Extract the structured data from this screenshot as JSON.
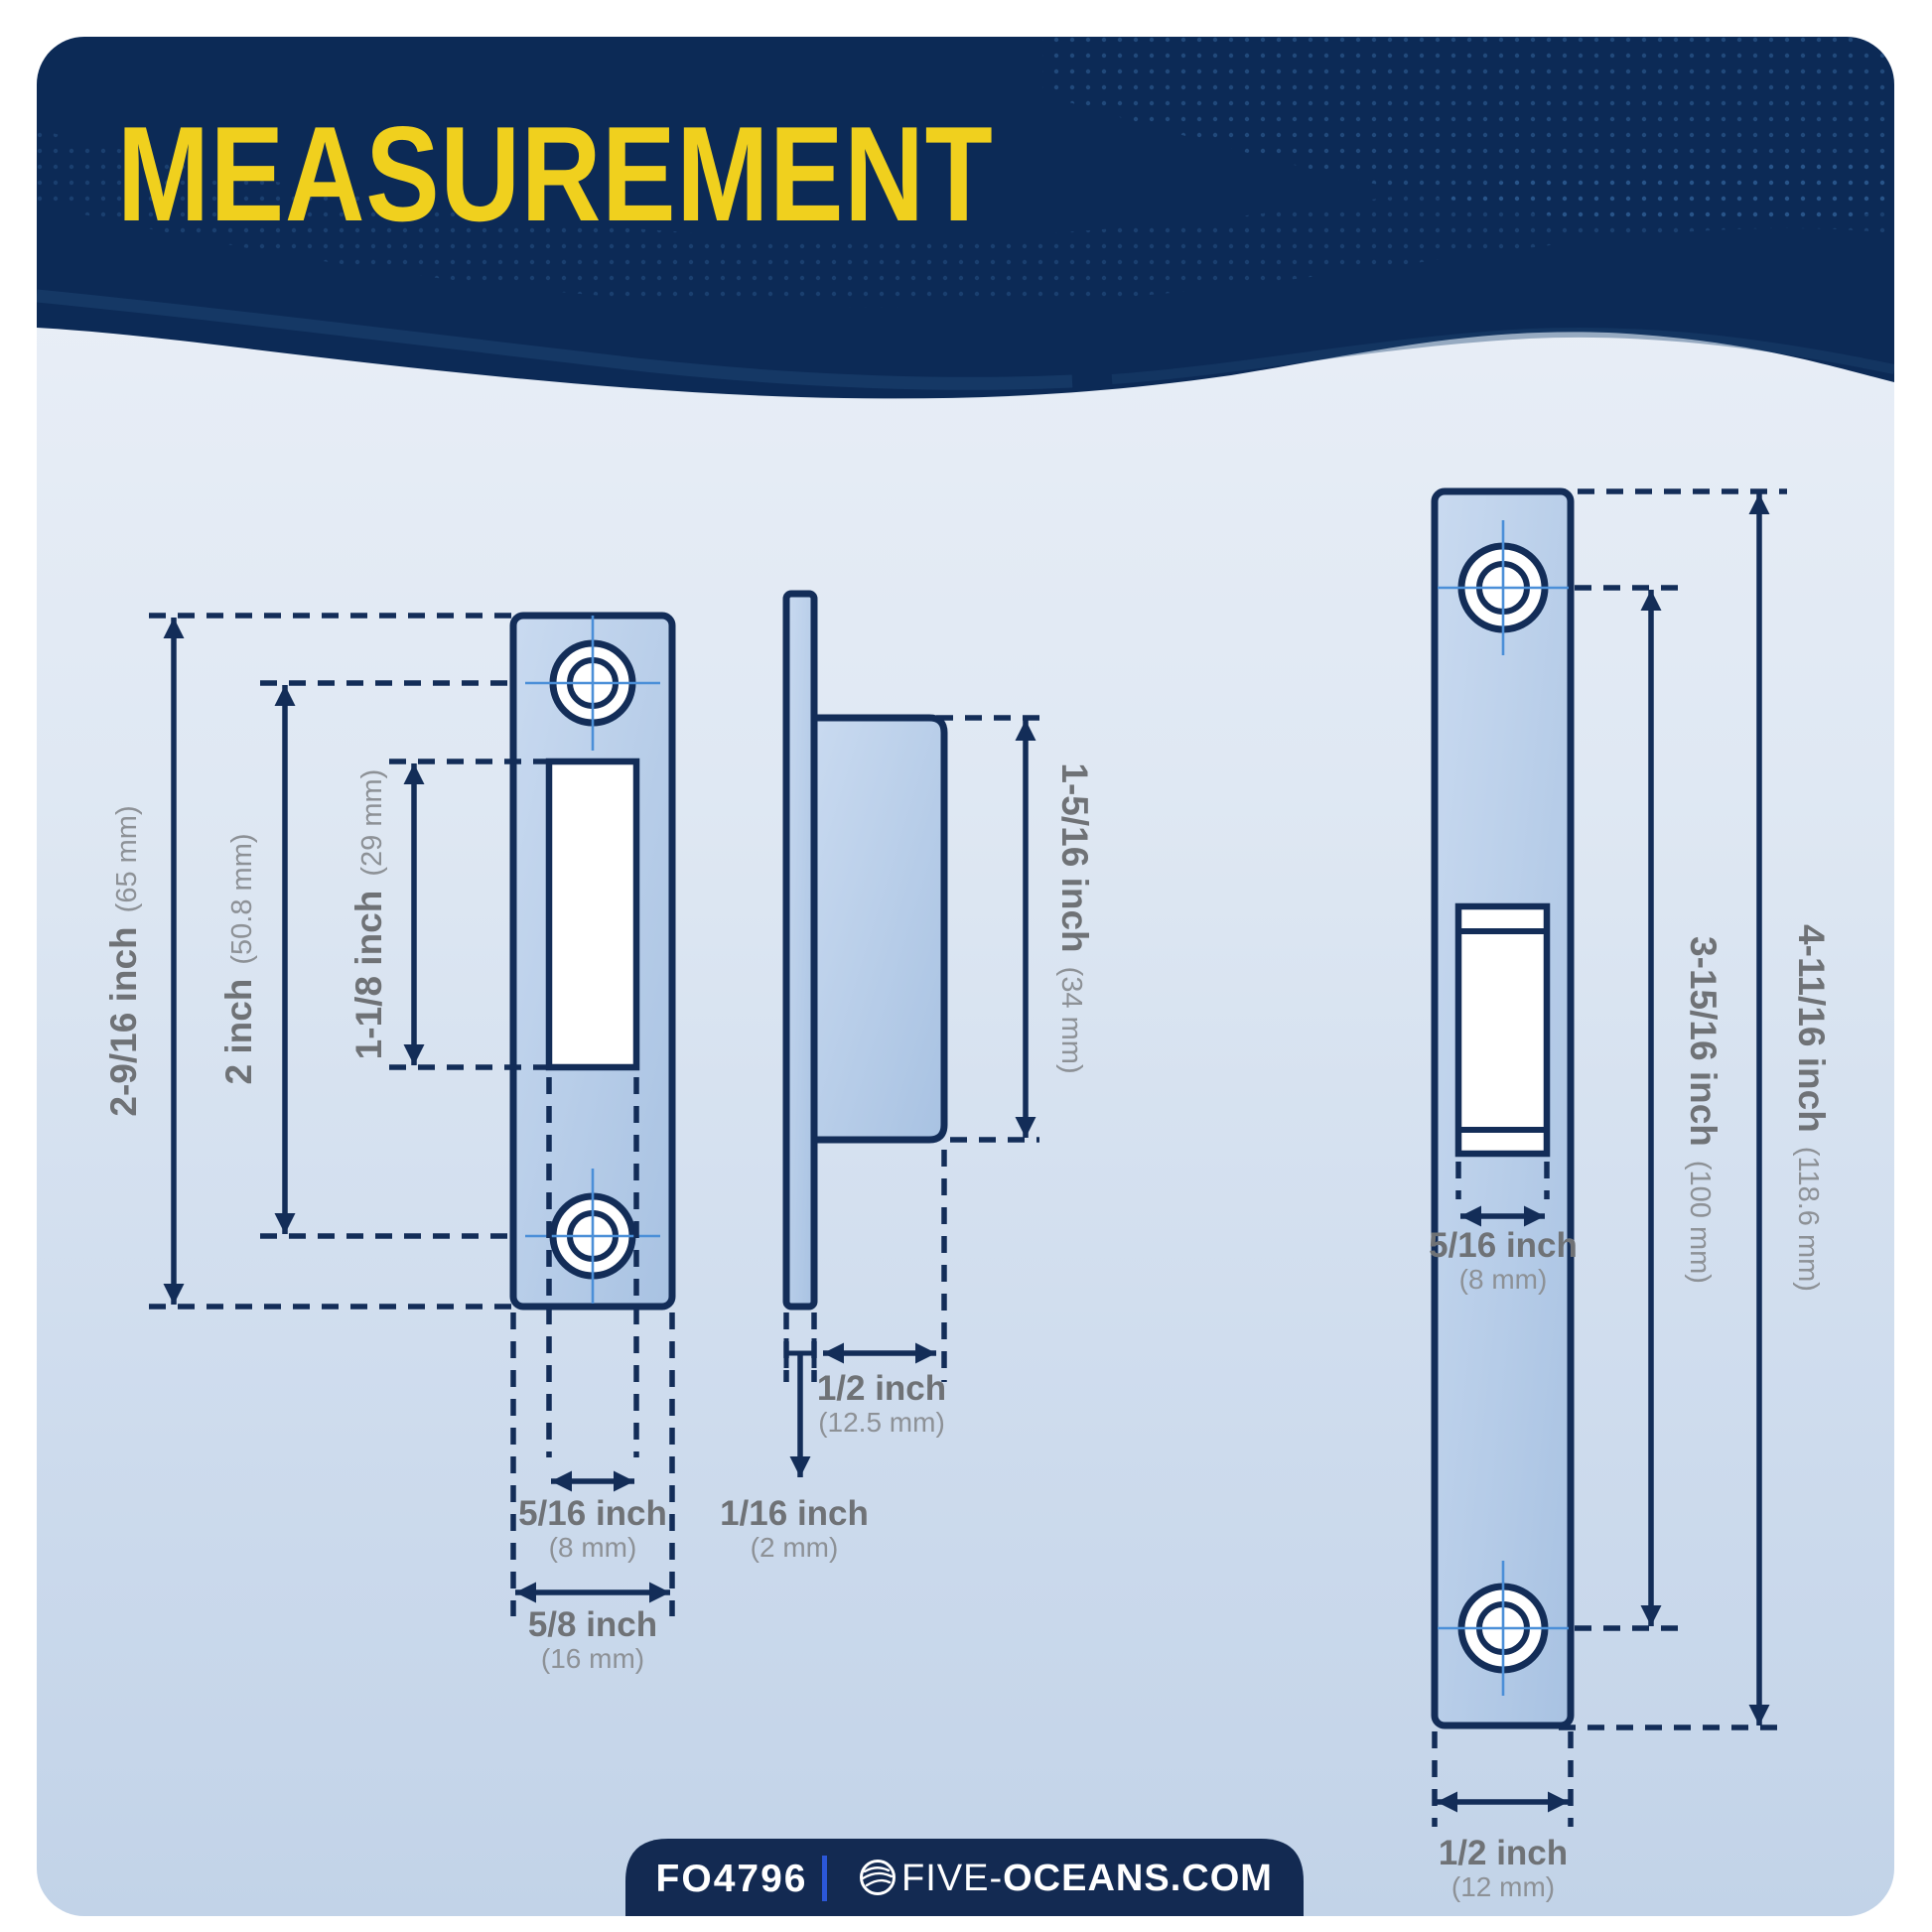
{
  "page": {
    "title": "MEASUREMENT"
  },
  "colors": {
    "header_navy": "#0c2a56",
    "accent_yellow": "#f0d01e",
    "line_navy": "#132d58",
    "plate_fill": "#b9cfe9",
    "label_gray": "#6f7276",
    "label_gray_light": "#8d9196",
    "crosshair_blue": "#4b8fd8",
    "footer_navy": "#132a52",
    "footer_separator_blue": "#2b57d8"
  },
  "front_view": {
    "height_outer": {
      "inch": "2-9/16 inch",
      "mm": "(65 mm)"
    },
    "height_screw_spacing": {
      "inch": "2 inch",
      "mm": "(50.8 mm)"
    },
    "height_slot": {
      "inch": "1-1/8 inch",
      "mm": "(29 mm)"
    },
    "width_slot": {
      "inch": "5/16 inch",
      "mm": "(8 mm)"
    },
    "width_plate": {
      "inch": "5/8 inch",
      "mm": "(16 mm)"
    }
  },
  "side_view": {
    "box_height": {
      "inch": "1-5/16 inch",
      "mm": "(34 mm)"
    },
    "box_depth": {
      "inch": "1/2 inch",
      "mm": "(12.5 mm)"
    },
    "plate_thickness": {
      "inch": "1/16 inch",
      "mm": "(2 mm)"
    }
  },
  "long_view": {
    "slot_width": {
      "inch": "5/16 inch",
      "mm": "(8 mm)"
    },
    "screw_spacing": {
      "inch": "3-15/16 inch",
      "mm": "(100 mm)"
    },
    "plate_height": {
      "inch": "4-11/16 inch",
      "mm": "(118.6 mm)"
    },
    "plate_width": {
      "inch": "1/2 inch",
      "mm": "(12 mm)"
    }
  },
  "footer": {
    "sku": "FO4796",
    "brand_regular": "FIVE-",
    "brand_bold": "OCEANS.COM"
  }
}
